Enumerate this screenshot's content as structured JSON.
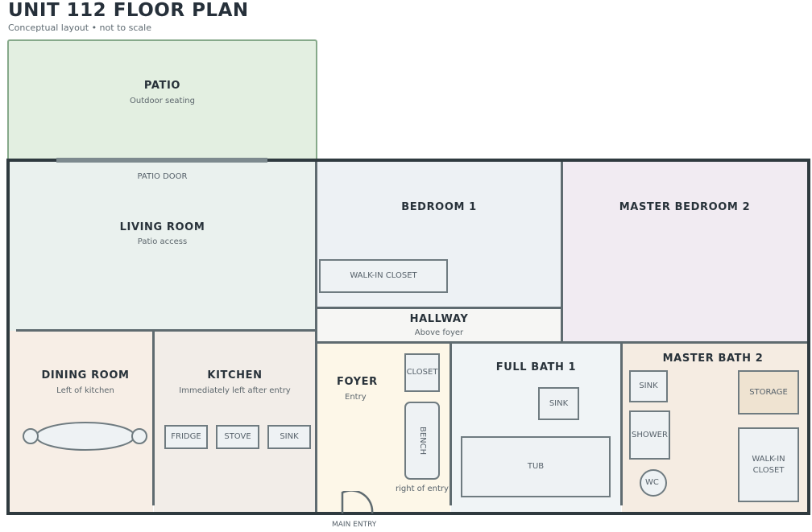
{
  "header": {
    "title": "UNIT 112 FLOOR PLAN",
    "subtitle": "Conceptual layout • not to scale"
  },
  "rooms": {
    "patio": {
      "name": "PATIO",
      "sub": "Outdoor seating"
    },
    "living_room": {
      "name": "LIVING ROOM",
      "sub": "Patio access"
    },
    "bedroom_1": {
      "name": "BEDROOM 1"
    },
    "master_bedroom_2": {
      "name": "MASTER BEDROOM 2"
    },
    "hallway": {
      "name": "HALLWAY",
      "sub": "Above foyer"
    },
    "dining_room": {
      "name": "DINING ROOM",
      "sub": "Left of kitchen"
    },
    "kitchen": {
      "name": "KITCHEN",
      "sub": "Immediately left after entry"
    },
    "foyer": {
      "name": "FOYER",
      "sub": "Entry"
    },
    "full_bath_1": {
      "name": "FULL BATH 1"
    },
    "master_bath_2": {
      "name": "MASTER BATH 2"
    }
  },
  "fixtures": {
    "patio_door": "PATIO DOOR",
    "walk_in_closet_1": "WALK-IN CLOSET",
    "fridge": "FRIDGE",
    "stove": "STOVE",
    "kitchen_sink": "SINK",
    "foyer_closet": "CLOSET",
    "bench": "BENCH",
    "bench_note": "right of entry",
    "bath1_sink": "SINK",
    "tub": "TUB",
    "bath2_sink": "SINK",
    "shower": "SHOWER",
    "wc": "WC",
    "storage": "STORAGE",
    "walk_in_closet_2": "WALK-IN CLOSET",
    "main_entry": "MAIN ENTRY"
  },
  "colors": {
    "patio": "#e3efe1",
    "living_room": "#eaf1ee",
    "bedroom_1": "#edf1f4",
    "master_bedroom_2": "#f1ebf2",
    "hallway": "#f6f6f4",
    "dining_room": "#f7eee6",
    "kitchen": "#f2ede8",
    "foyer": "#fdf7e8",
    "full_bath_1": "#f0f4f6",
    "master_bath_2": "#f5ece2",
    "wall": "#5f6b70"
  }
}
